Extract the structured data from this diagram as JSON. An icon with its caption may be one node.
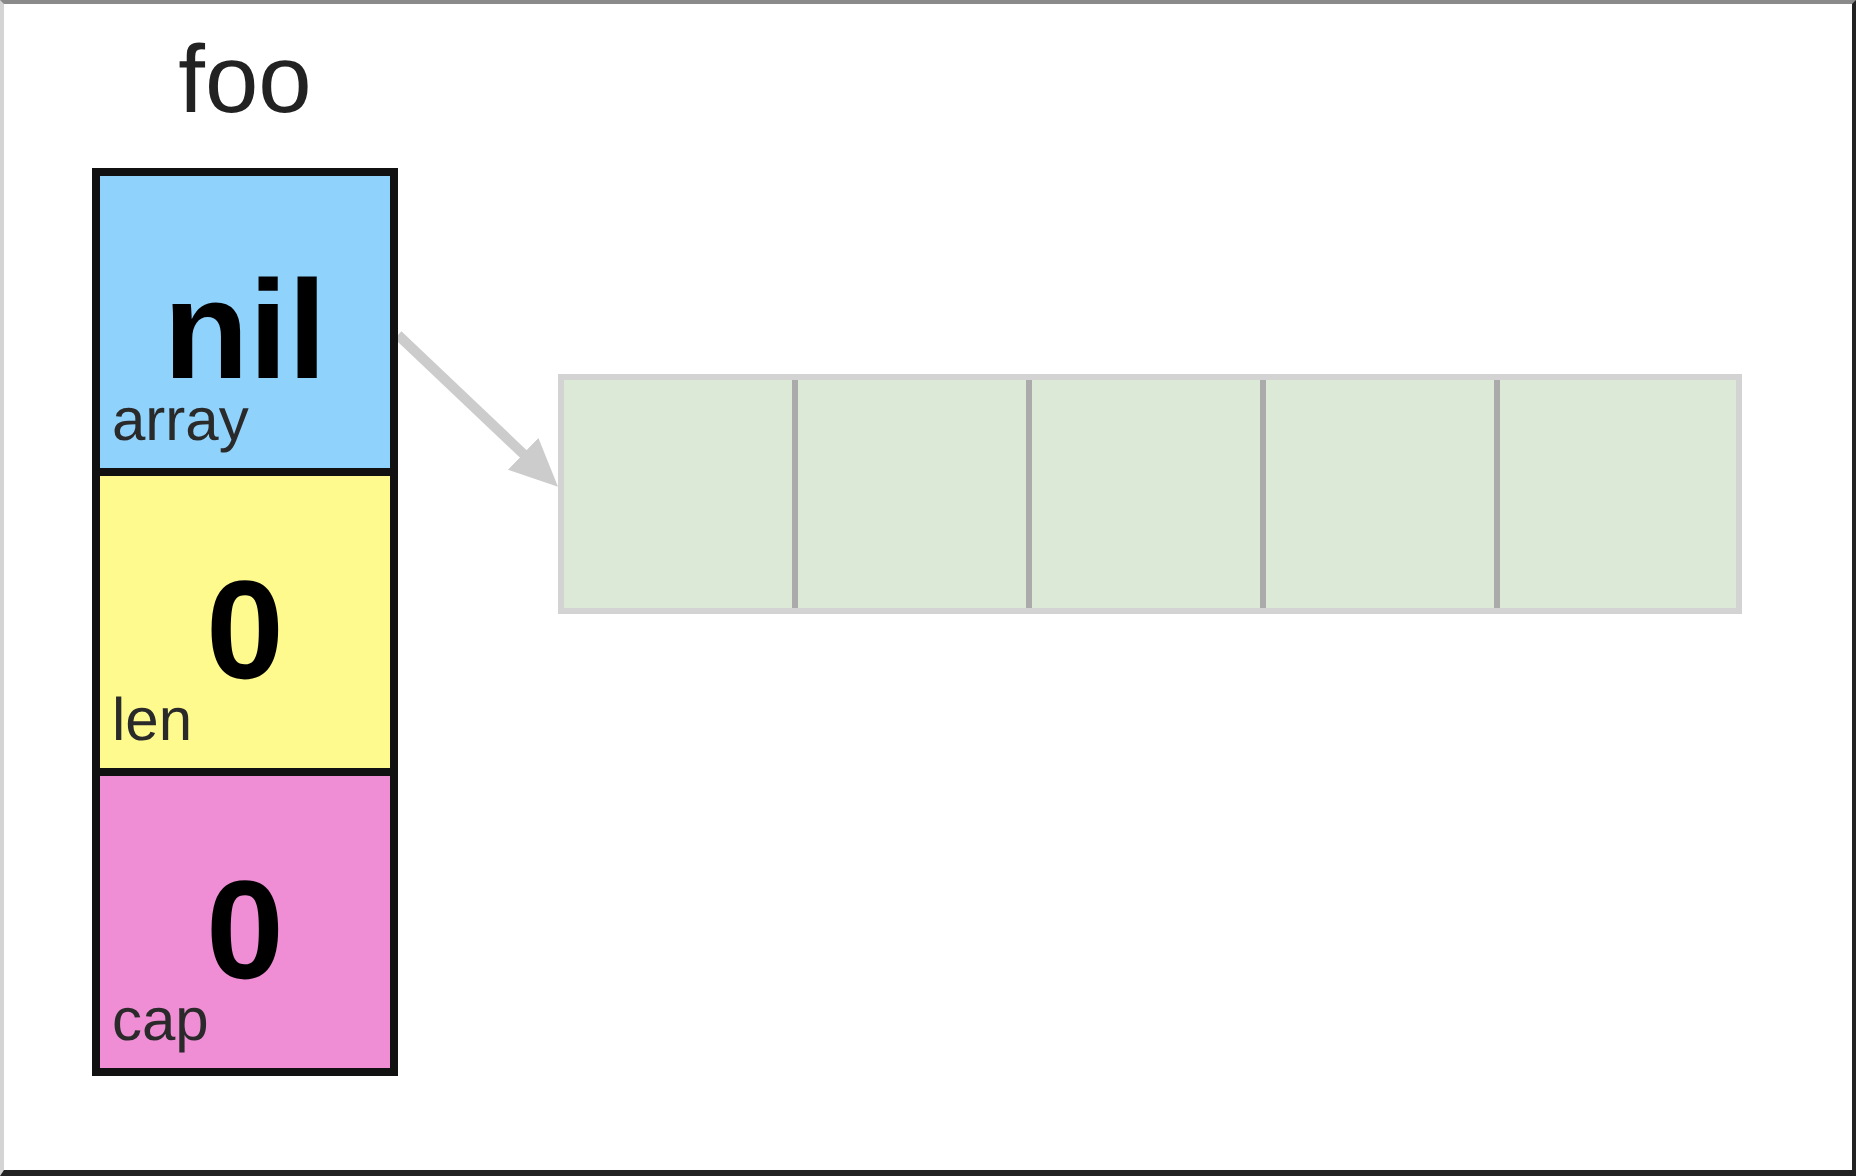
{
  "diagram": {
    "nodes": [
      {
        "text": [
          "foo"
        ]
      },
      {
        "text": [
          "nil",
          "array"
        ],
        "in": 0
      },
      {
        "text": [
          "0",
          "len"
        ],
        "in": 0
      },
      {
        "text": [
          "0",
          "cap"
        ],
        "in": 0
      },
      {
        "text": [],
        "shape": "box"
      },
      {
        "text": [],
        "shape": "box",
        "in": 4
      },
      {
        "text": [],
        "shape": "box",
        "in": 4
      },
      {
        "text": [],
        "shape": "box",
        "in": 4
      },
      {
        "text": [],
        "shape": "box",
        "in": 4
      },
      {
        "text": [],
        "shape": "box",
        "in": 4
      }
    ],
    "edges": [
      {
        "from": 1,
        "to": 4,
        "arrow": "to",
        "color": "#cccccc"
      }
    ]
  }
}
